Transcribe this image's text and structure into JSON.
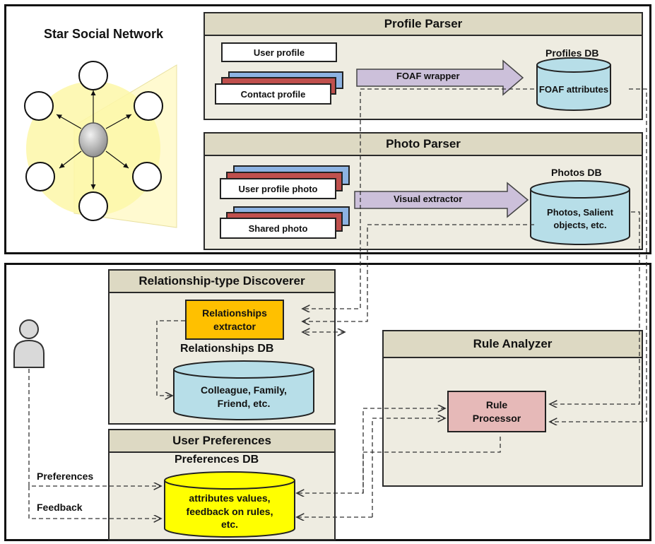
{
  "star_network": {
    "title": "Star Social Network"
  },
  "profile_parser": {
    "title": "Profile Parser",
    "user_profile": "User profile",
    "contact_profile": "Contact profile",
    "arrow_label": "FOAF wrapper",
    "db_title": "Profiles DB",
    "db_content": "FOAF attributes"
  },
  "photo_parser": {
    "title": "Photo Parser",
    "user_profile_photo": "User profile photo",
    "shared_photo": "Shared photo",
    "arrow_label": "Visual extractor",
    "db_title": "Photos DB",
    "db_content_line1": "Photos, Salient",
    "db_content_line2": "objects, etc."
  },
  "relationship_discoverer": {
    "title": "Relationship-type Discoverer",
    "extractor_line1": "Relationships",
    "extractor_line2": "extractor",
    "db_title": "Relationships DB",
    "db_content_line1": "Colleague, Family,",
    "db_content_line2": "Friend, etc."
  },
  "rule_analyzer": {
    "title": "Rule Analyzer",
    "processor_line1": "Rule",
    "processor_line2": "Processor"
  },
  "user_preferences": {
    "title": "User Preferences",
    "db_title": "Preferences DB",
    "db_content_line1": "attributes values,",
    "db_content_line2": "feedback on rules,",
    "db_content_line3": "etc."
  },
  "flows": {
    "preferences": "Preferences",
    "feedback": "Feedback"
  },
  "colors": {
    "module_fill": "#eeece1",
    "arrow_fill": "#ccc0da",
    "cylinder_blue": "#b7dee8",
    "extractor_orange": "#ffc000",
    "processor_pink": "#e6b9b8",
    "preferences_yellow": "#ffff00",
    "highlight_yellow": "#fffacd"
  }
}
